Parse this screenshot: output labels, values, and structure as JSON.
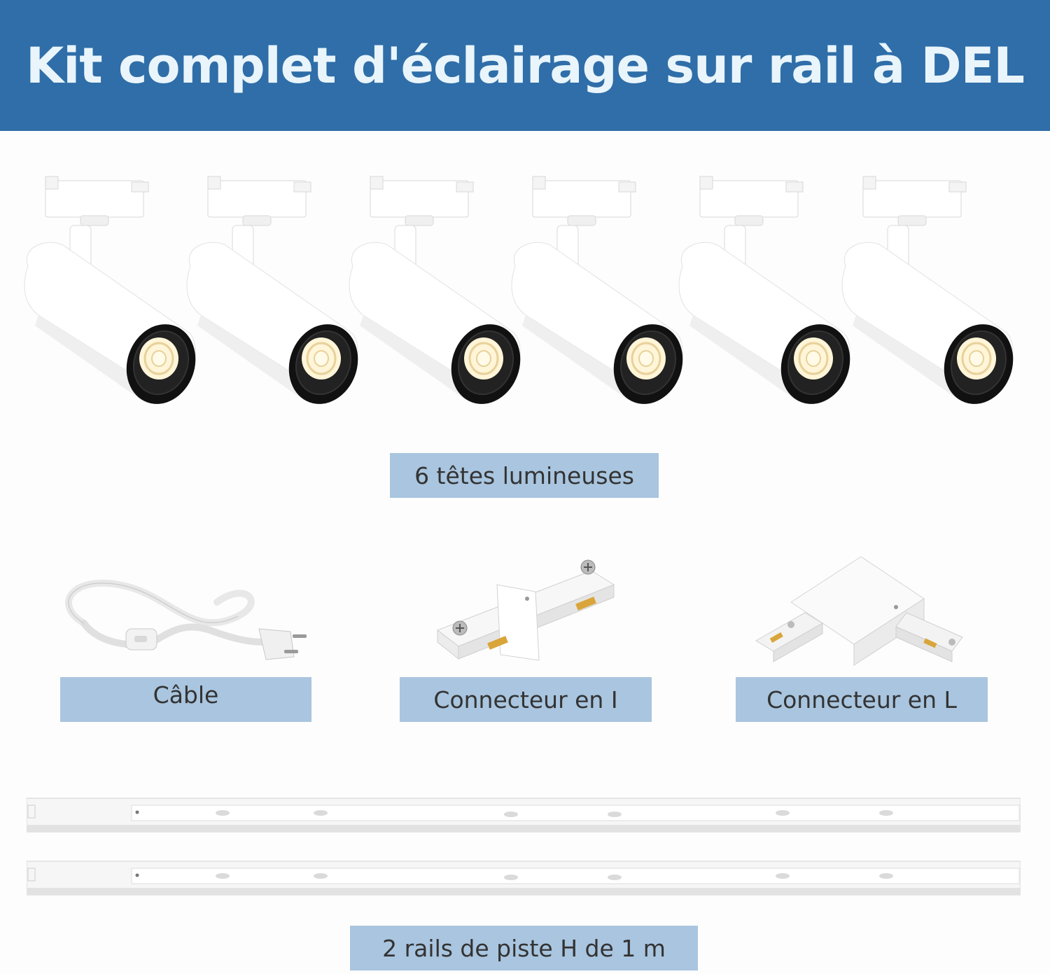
{
  "header": {
    "title": "Kit complet d'éclairage sur rail à DEL",
    "background": "#2f6ea8",
    "text_color": "#e9f5fb"
  },
  "labels": {
    "heads": "6 têtes lumineuses",
    "cable": "Câble",
    "connector_i": "Connecteur en I",
    "connector_l": "Connecteur en L",
    "rails": "2 rails de piste H de 1 m"
  },
  "label_color": "#a9c5df",
  "spotlight_count": 6,
  "rail_count": 2,
  "icons": {
    "spotlight": "track-spotlight-icon",
    "cable": "power-cable-icon",
    "i_connector": "i-connector-icon",
    "l_connector": "l-connector-icon",
    "rail": "track-rail-icon"
  }
}
